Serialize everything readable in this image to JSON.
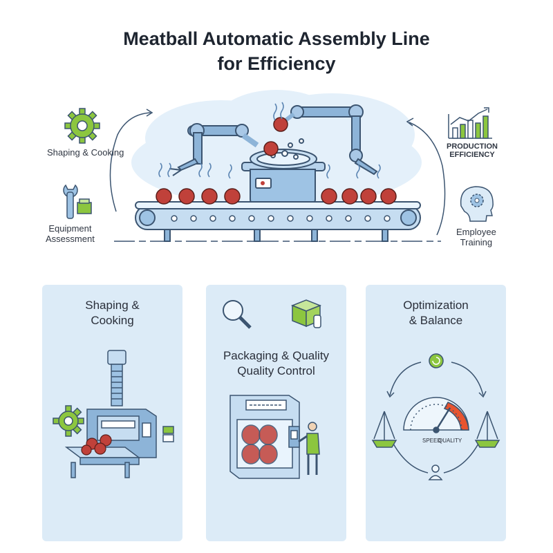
{
  "title": {
    "line1": "Meatball Automatic Assembly Line",
    "line2": "for Efficiency"
  },
  "hero_labels": {
    "shaping_cooking": "Shaping & Cooking",
    "equipment_line1": "Equipment",
    "equipment_line2": "Assessment",
    "production_line1": "PRODUCTION",
    "production_line2": "EFFICIENCY",
    "employee_line1": "Employee",
    "employee_line2": "Training"
  },
  "panels": [
    {
      "title_line1": "Shaping &",
      "title_line2": "Cooking"
    },
    {
      "title_line1": "Packaging & Quality",
      "title_line2": "Quality Control"
    },
    {
      "title_line1": "Optimization",
      "title_line2": "& Balance"
    }
  ],
  "gauge": {
    "speed_label": "SPEED",
    "quality_label": "QUALITY"
  },
  "colors": {
    "accent_green": "#8cc63f",
    "steel_blue": "#7fa8cf",
    "meatball_red": "#c0413a",
    "panel_bg": "#dcebf7"
  }
}
